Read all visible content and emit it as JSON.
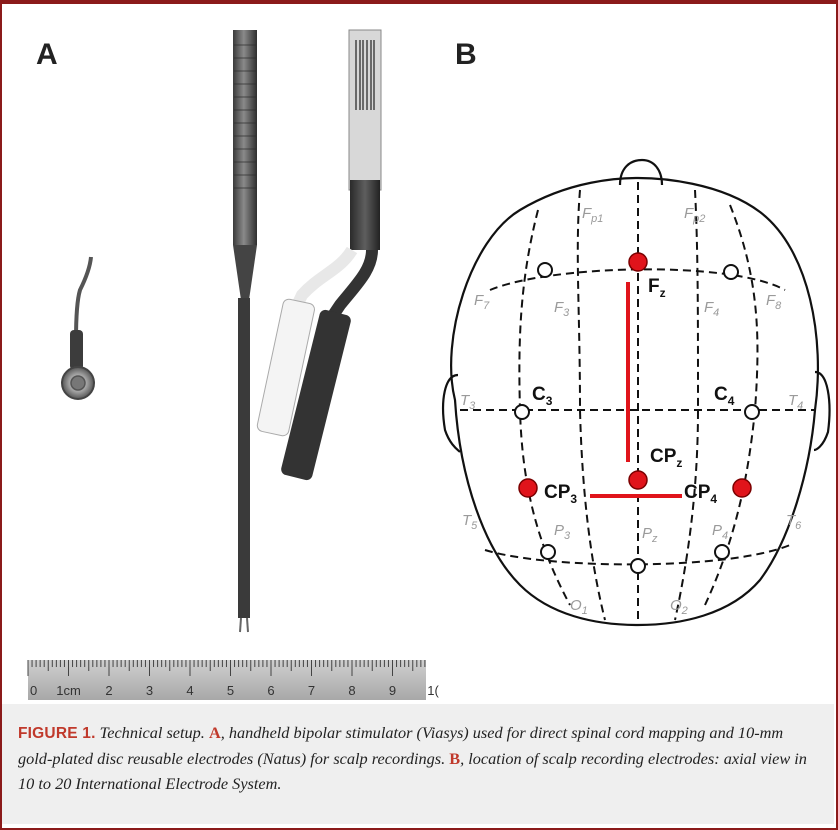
{
  "panels": {
    "a_label": "A",
    "b_label": "B"
  },
  "ruler": {
    "numbers": [
      "0",
      "1cm",
      "2",
      "3",
      "4",
      "5",
      "6",
      "7",
      "8",
      "9",
      "1("
    ]
  },
  "diagram": {
    "highlight_color": "#e0141b",
    "electrodes_labeled": [
      {
        "main": "F",
        "sub": "z",
        "highlighted": true
      },
      {
        "main": "C",
        "sub": "3",
        "highlighted": false
      },
      {
        "main": "C",
        "sub": "4",
        "highlighted": false
      },
      {
        "main": "CP",
        "sub": "z",
        "highlighted": true
      },
      {
        "main": "CP",
        "sub": "3",
        "highlighted": true
      },
      {
        "main": "CP",
        "sub": "4",
        "highlighted": true
      }
    ],
    "electrodes_faded": [
      {
        "main": "F",
        "sub": "p1"
      },
      {
        "main": "F",
        "sub": "p2"
      },
      {
        "main": "F",
        "sub": "7"
      },
      {
        "main": "F",
        "sub": "3"
      },
      {
        "main": "F",
        "sub": "4"
      },
      {
        "main": "F",
        "sub": "8"
      },
      {
        "main": "T",
        "sub": "3"
      },
      {
        "main": "T",
        "sub": "4"
      },
      {
        "main": "T",
        "sub": "5"
      },
      {
        "main": "P",
        "sub": "3"
      },
      {
        "main": "P",
        "sub": "z"
      },
      {
        "main": "P",
        "sub": "4"
      },
      {
        "main": "T",
        "sub": "6"
      },
      {
        "main": "O",
        "sub": "1"
      },
      {
        "main": "O",
        "sub": "2"
      }
    ]
  },
  "caption": {
    "figure_label": "FIGURE 1.",
    "part1": " Technical setup. ",
    "ref_a": "A",
    "part2": ", handheld bipolar stimulator (Viasys) used for direct spinal cord mapping and 10-mm gold-plated disc reusable electrodes (Natus) for scalp recordings. ",
    "ref_b": "B",
    "part3": ", location of scalp recording electrodes: axial view in 10 to 20 International Electrode System."
  }
}
